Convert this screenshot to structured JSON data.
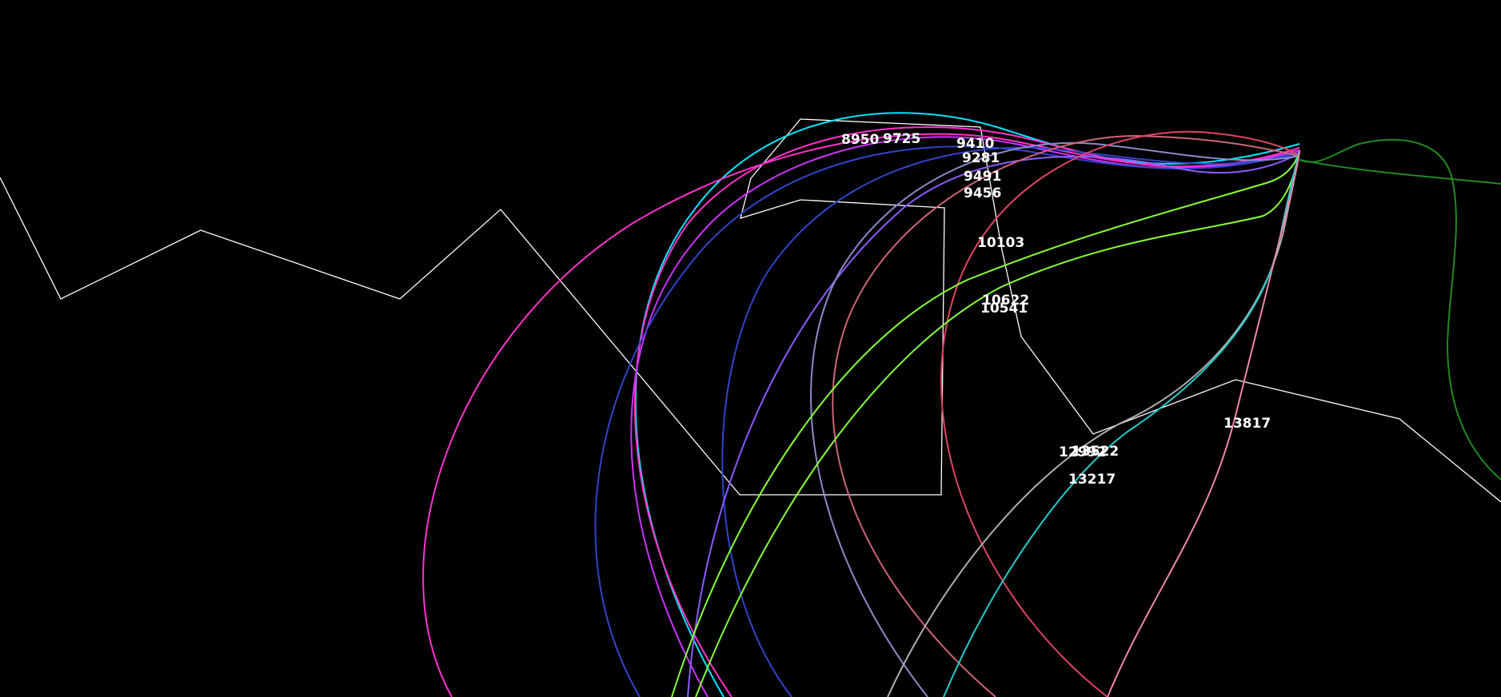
{
  "background": "#000000",
  "boundary_color": "#ffffff",
  "waypoint_labels": [
    "8950",
    "9725",
    "9410",
    "9281",
    "9491",
    "9456",
    "10103",
    "10622",
    "10541",
    "12992",
    "13522",
    "13217",
    "13817"
  ],
  "track_colors": [
    "#00e5ff",
    "#ff33cc",
    "#cc33ff",
    "#3344cc",
    "#8a5cff",
    "#8c8cc8",
    "#cc6677",
    "#e04466",
    "#88ff33",
    "#b0b0b0",
    "#22cccc",
    "#ee88aa",
    "#228822"
  ]
}
